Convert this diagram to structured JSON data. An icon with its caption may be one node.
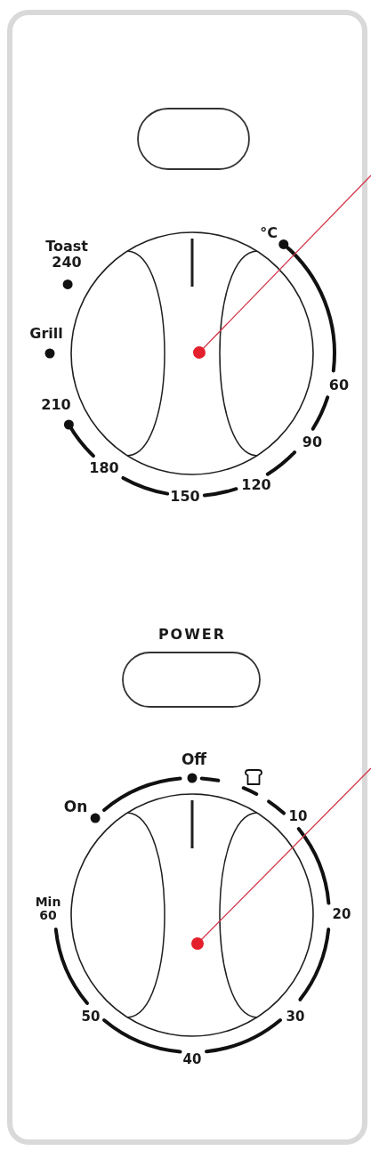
{
  "diagram": {
    "nodes": [
      {
        "text": [],
        "shape": "oval"
      },
      {
        "text": [],
        "shape": "circle"
      },
      {
        "text": [
          "POWER"
        ]
      },
      {
        "text": [],
        "shape": "circle"
      }
    ],
    "edges": [
      {
        "from": null,
        "to": 1,
        "arrow": "other"
      },
      {
        "from": null,
        "to": 3,
        "arrow": "other"
      }
    ],
    "labels": [
      "Toast 240",
      "°C",
      "Grill",
      "60",
      "210",
      "90",
      "180",
      "120",
      "150",
      "Off",
      "On",
      "10",
      "Min 60",
      "20",
      "50",
      "30",
      "40"
    ]
  }
}
